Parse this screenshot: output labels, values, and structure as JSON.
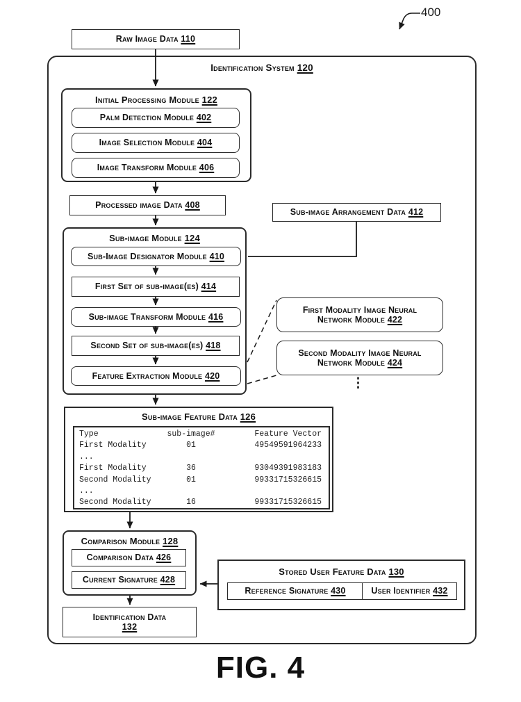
{
  "figure": {
    "ref_label": "400",
    "caption": "FIG. 4"
  },
  "colors": {
    "line": "#2b2b2b",
    "text": "#111111",
    "background": "#ffffff"
  },
  "nodes": {
    "raw_image_data": {
      "label": "Raw Image Data",
      "ref": "110"
    },
    "identification_system": {
      "label": "Identification System",
      "ref": "120"
    },
    "initial_processing": {
      "label": "Initial Processing Module",
      "ref": "122"
    },
    "palm_detection": {
      "label": "Palm Detection Module",
      "ref": "402"
    },
    "image_selection": {
      "label": "Image Selection Module",
      "ref": "404"
    },
    "image_transform": {
      "label": "Image Transform Module",
      "ref": "406"
    },
    "processed_image_data": {
      "label": "Processed image Data",
      "ref": "408"
    },
    "sub_image_module": {
      "label": "Sub-image Module",
      "ref": "124"
    },
    "sub_image_designator": {
      "label": "Sub-Image Designator Module",
      "ref": "410"
    },
    "first_set": {
      "label": "First Set of sub-image(es)",
      "ref": "414"
    },
    "sub_image_transform": {
      "label": "Sub-image Transform Module",
      "ref": "416"
    },
    "second_set": {
      "label": "Second Set of sub-image(es)",
      "ref": "418"
    },
    "feature_extraction": {
      "label": "Feature Extraction Module",
      "ref": "420"
    },
    "sub_image_arrangement": {
      "label": "Sub-image Arrangement Data",
      "ref": "412"
    },
    "first_modality_nn": {
      "line1": "First Modality Image Neural",
      "line2": "Network Module",
      "ref": "422"
    },
    "second_modality_nn": {
      "line1": "Second Modality Image Neural",
      "line2": "Network Module",
      "ref": "424"
    },
    "more_modules_ellipsis": "⋮",
    "sub_image_feature_data": {
      "label": "Sub-image Feature Data",
      "ref": "126"
    },
    "comparison_module": {
      "label": "Comparison Module",
      "ref": "128"
    },
    "comparison_data": {
      "label": "Comparison Data",
      "ref": "426"
    },
    "current_signature": {
      "label": "Current Signature",
      "ref": "428"
    },
    "identification_data": {
      "label": "Identification Data",
      "ref": "132"
    },
    "stored_user_feature": {
      "label": "Stored User Feature Data",
      "ref": "130"
    },
    "reference_signature": {
      "label": "Reference Signature",
      "ref": "430"
    },
    "user_identifier": {
      "label": "User Identifier",
      "ref": "432"
    }
  },
  "feature_table": {
    "columns": [
      "Type",
      "sub-image#",
      "Feature Vector"
    ],
    "rows": [
      [
        "First Modality",
        "01",
        "49549591964233"
      ],
      [
        "...",
        "",
        ""
      ],
      [
        "First Modality",
        "36",
        "93049391983183"
      ],
      [
        "Second Modality",
        "01",
        "99331715326615"
      ],
      [
        "...",
        "",
        ""
      ],
      [
        "Second Modality",
        "16",
        "99331715326615"
      ]
    ]
  }
}
